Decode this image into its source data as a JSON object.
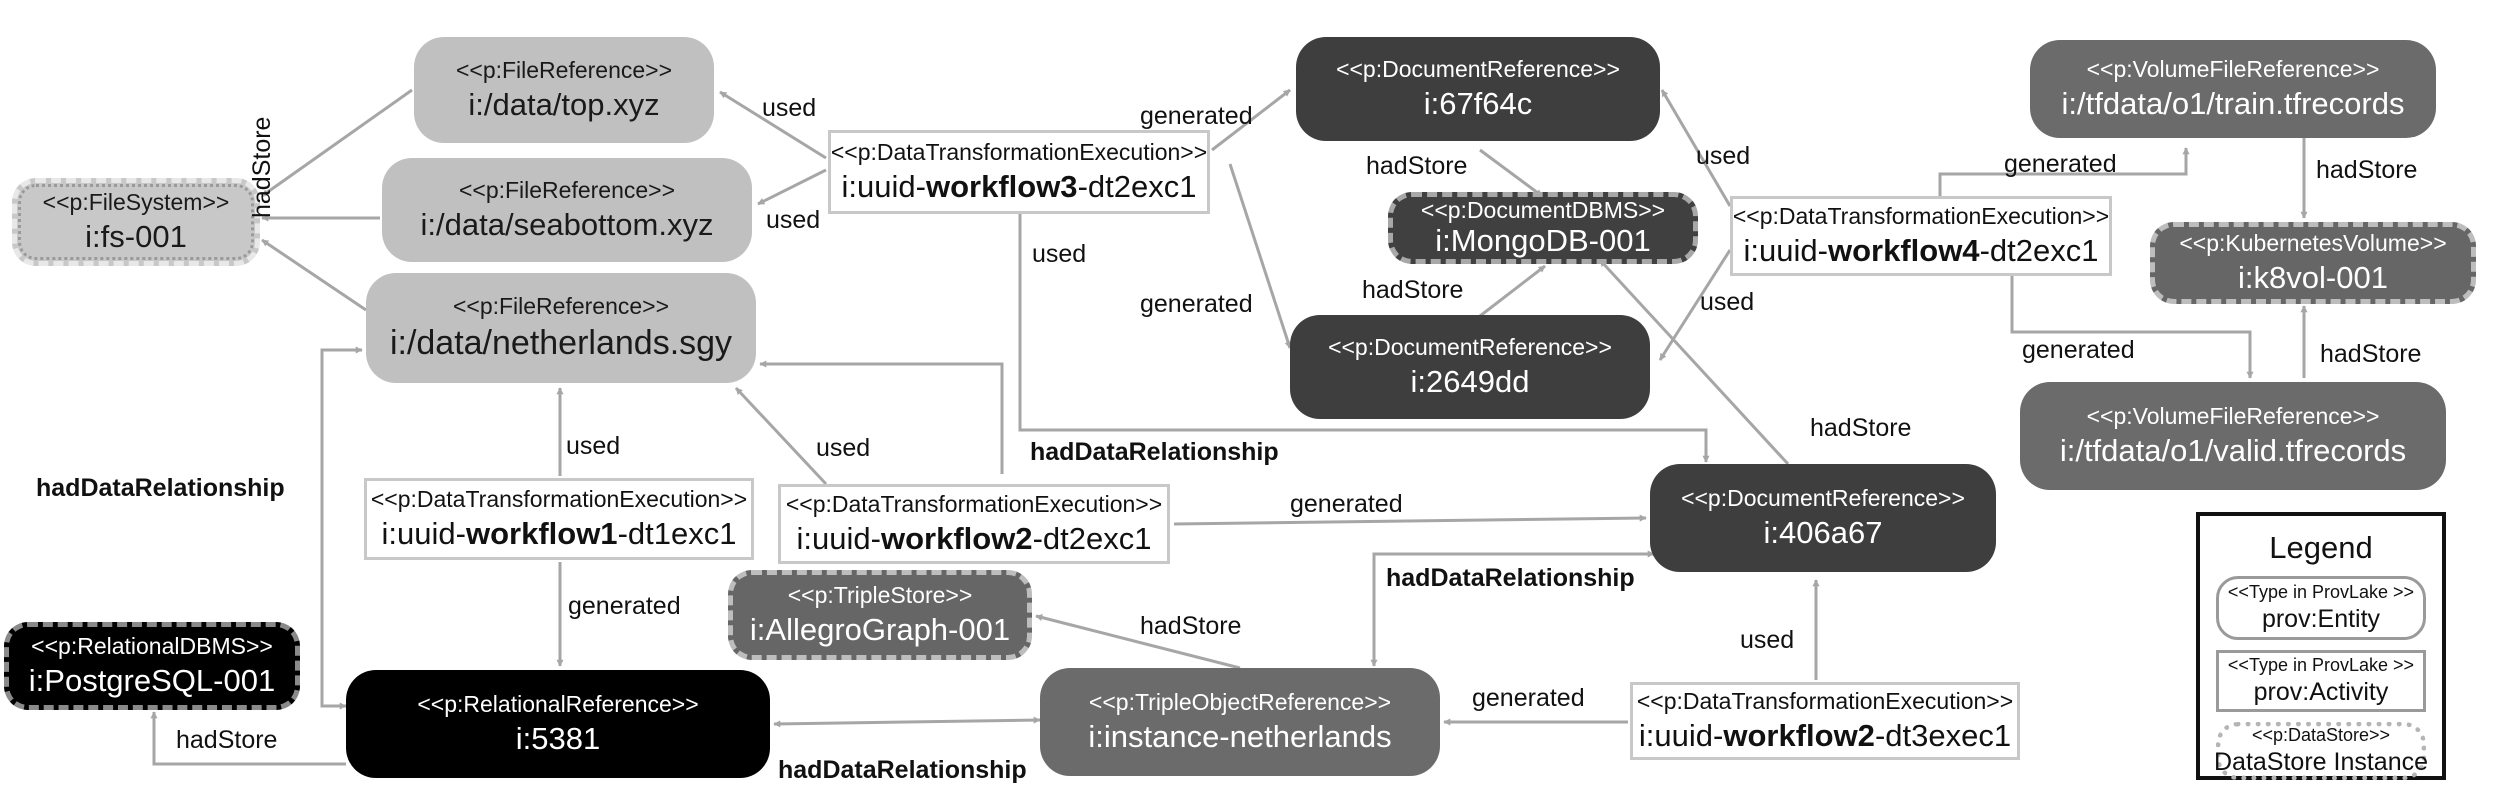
{
  "nodes": {
    "file_top": {
      "stereotype": "<<p:FileReference>>",
      "name": "i:/data/top.xyz"
    },
    "file_seabottom": {
      "stereotype": "<<p:FileReference>>",
      "name": "i:/data/seabottom.xyz"
    },
    "filesystem": {
      "stereotype": "<<p:FileSystem>>",
      "name": "i:fs-001"
    },
    "file_netherlands": {
      "stereotype": "<<p:FileReference>>",
      "name": "i:/data/netherlands.sgy"
    },
    "wf3": {
      "stereotype": "<<p:DataTransformationExecution>>",
      "name_prefix": "i:uuid-",
      "name_bold": "workflow3",
      "name_suffix": "-dt2exc1"
    },
    "doc_67f64c": {
      "stereotype": "<<p:DocumentReference>>",
      "name": "i:67f64c"
    },
    "mongodb": {
      "stereotype": "<<p:DocumentDBMS>>",
      "name": "i:MongoDB-001"
    },
    "doc_2649dd": {
      "stereotype": "<<p:DocumentReference>>",
      "name": "i:2649dd"
    },
    "vol_train": {
      "stereotype": "<<p:VolumeFileReference>>",
      "name": "i:/tfdata/o1/train.tfrecords"
    },
    "wf4": {
      "stereotype": "<<p:DataTransformationExecution>>",
      "name_prefix": "i:uuid-",
      "name_bold": "workflow4",
      "name_suffix": "-dt2exc1"
    },
    "k8vol": {
      "stereotype": "<<p:KubernetesVolume>>",
      "name": "i:k8vol-001"
    },
    "vol_valid": {
      "stereotype": "<<p:VolumeFileReference>>",
      "name": "i:/tfdata/o1/valid.tfrecords"
    },
    "wf1": {
      "stereotype": "<<p:DataTransformationExecution>>",
      "name_prefix": "i:uuid-",
      "name_bold": "workflow1",
      "name_suffix": "-dt1exc1"
    },
    "wf2_dt2": {
      "stereotype": "<<p:DataTransformationExecution>>",
      "name_prefix": "i:uuid-",
      "name_bold": "workflow2",
      "name_suffix": "-dt2exc1"
    },
    "doc_406a67": {
      "stereotype": "<<p:DocumentReference>>",
      "name": "i:406a67"
    },
    "triplestore": {
      "stereotype": "<<p:TripleStore>>",
      "name": "i:AllegroGraph-001"
    },
    "postgres": {
      "stereotype": "<<p:RelationalDBMS>>",
      "name": "i:PostgreSQL-001"
    },
    "rel_5381": {
      "stereotype": "<<p:RelationalReference>>",
      "name": "i:5381"
    },
    "triple_netherlands": {
      "stereotype": "<<p:TripleObjectReference>>",
      "name": "i:instance-netherlands"
    },
    "wf2_dt3": {
      "stereotype": "<<p:DataTransformationExecution>>",
      "name_prefix": "i:uuid-",
      "name_bold": "workflow2",
      "name_suffix": "-dt3exec1"
    }
  },
  "edge_labels": {
    "used_top": "used",
    "used_seabottom": "used",
    "hadstore_fs": "hadStore",
    "generated_67f64c": "generated",
    "hadstore_67f64c": "hadStore",
    "generated_2649dd": "generated",
    "hadstore_2649dd": "hadStore",
    "used_wf3_down": "used",
    "used_wf4_67f64c": "used",
    "used_wf4_2649dd": "used",
    "generated_train": "generated",
    "hadstore_train": "hadStore",
    "generated_valid": "generated",
    "hadstore_valid": "hadStore",
    "hadstore_406a67": "hadStore",
    "hdr_wf3": "hadDataRelationship",
    "used_wf1": "used",
    "used_wf2": "used",
    "generated_wf2_406a67": "generated",
    "hdr_left": "hadDataRelationship",
    "generated_wf1": "generated",
    "hdr_406a67_triple": "hadDataRelationship",
    "hadstore_triple": "hadStore",
    "used_wf2dt3": "used",
    "generated_triple": "generated",
    "hadstore_postgres": "hadStore",
    "hdr_bottom": "hadDataRelationship"
  },
  "legend": {
    "title": "Legend",
    "entity_type": "<<Type in ProvLake >>",
    "entity_name": "prov:Entity",
    "activity_type": "<<Type in ProvLake >>",
    "activity_name": "prov:Activity",
    "datastore_type": "<<p:DataStore>>",
    "datastore_name": "DataStore Instance"
  },
  "colors": {
    "edge": "#a6a6a6",
    "entity_light": "#c0c0c0",
    "entity_mid": "#6b6b6b",
    "entity_dark": "#3e3e3e",
    "entity_black": "#000000"
  }
}
